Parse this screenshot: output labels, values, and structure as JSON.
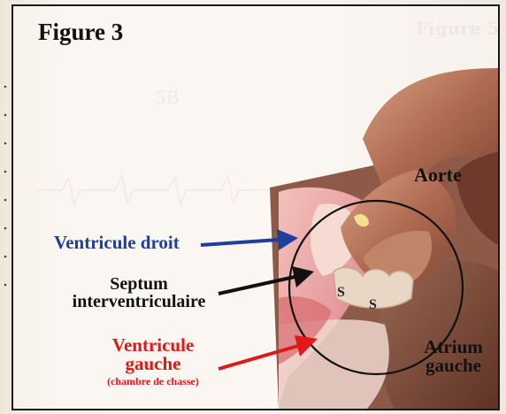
{
  "figure_title": "Figure 3",
  "labels": {
    "aorte": "Aorte",
    "ventricule_droit": "Ventricule droit",
    "septum": "Septum",
    "septum_line2": "interventriculaire",
    "ventricule_gauche": "Ventricule",
    "ventricule_gauche_line2": "gauche",
    "ventricule_gauche_note": "(chambre de chasse)",
    "atrium": "Atrium",
    "atrium_line2": "gauche",
    "s_marker": "S"
  },
  "colors": {
    "blue_label": "#1f3f9a",
    "red_label": "#e01818",
    "black_label": "#111111",
    "aorta": "#b9775b",
    "tissue_pink": "#e9a0a2"
  }
}
